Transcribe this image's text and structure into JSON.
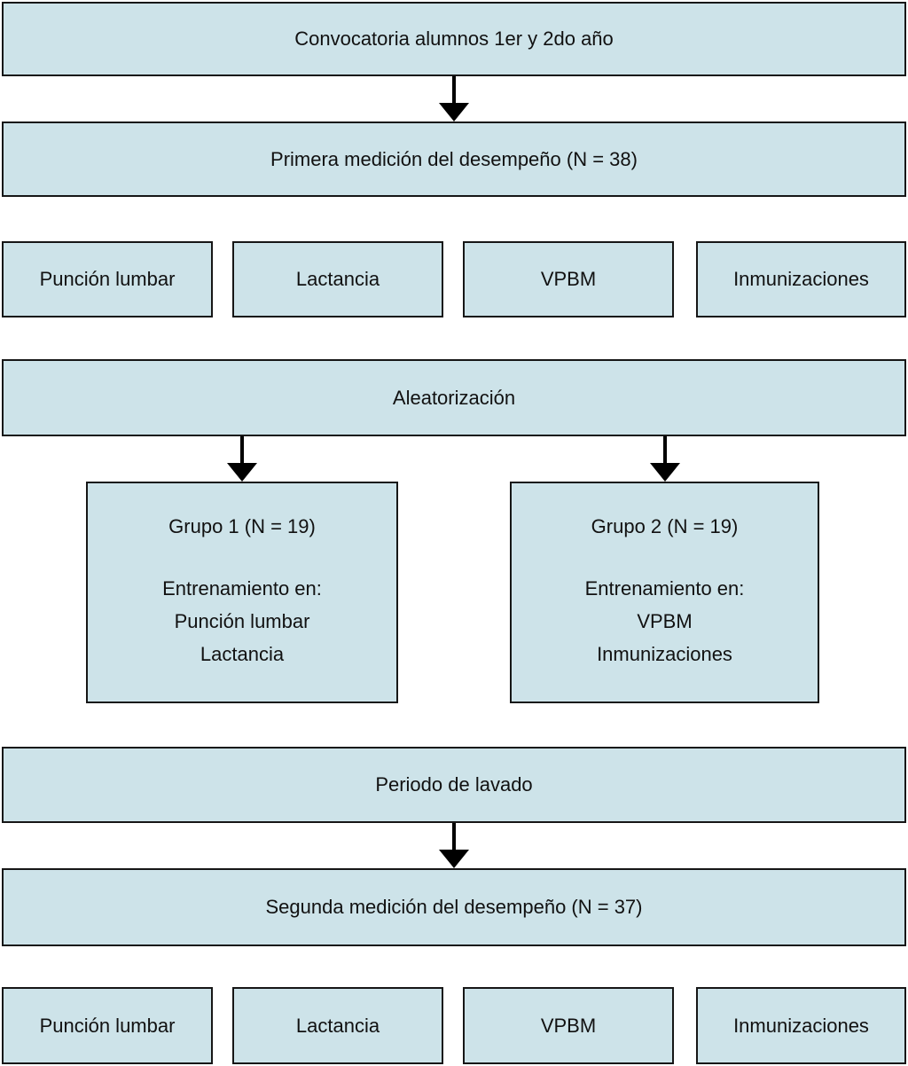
{
  "colors": {
    "box_fill": "#cde3e9",
    "box_border": "#161616",
    "arrow": "#000000"
  },
  "flowchart": {
    "convocatoria": "Convocatoria alumnos 1er y 2do año",
    "primera_medicion": "Primera medición del desempeño (N = 38)",
    "skills_top": [
      "Punción lumbar",
      "Lactancia",
      "VPBM",
      "Inmunizaciones"
    ],
    "aleatorizacion": "Aleatorización",
    "grupo1": {
      "title": "Grupo 1 (N = 19)",
      "subtitle": "Entrenamiento en:",
      "items": [
        "Punción lumbar",
        "Lactancia"
      ]
    },
    "grupo2": {
      "title": "Grupo 2 (N = 19)",
      "subtitle": "Entrenamiento en:",
      "items": [
        "VPBM",
        "Inmunizaciones"
      ]
    },
    "periodo_lavado": "Periodo de lavado",
    "segunda_medicion": "Segunda medición del desempeño (N = 37)",
    "skills_bottom": [
      "Punción lumbar",
      "Lactancia",
      "VPBM",
      "Inmunizaciones"
    ]
  }
}
